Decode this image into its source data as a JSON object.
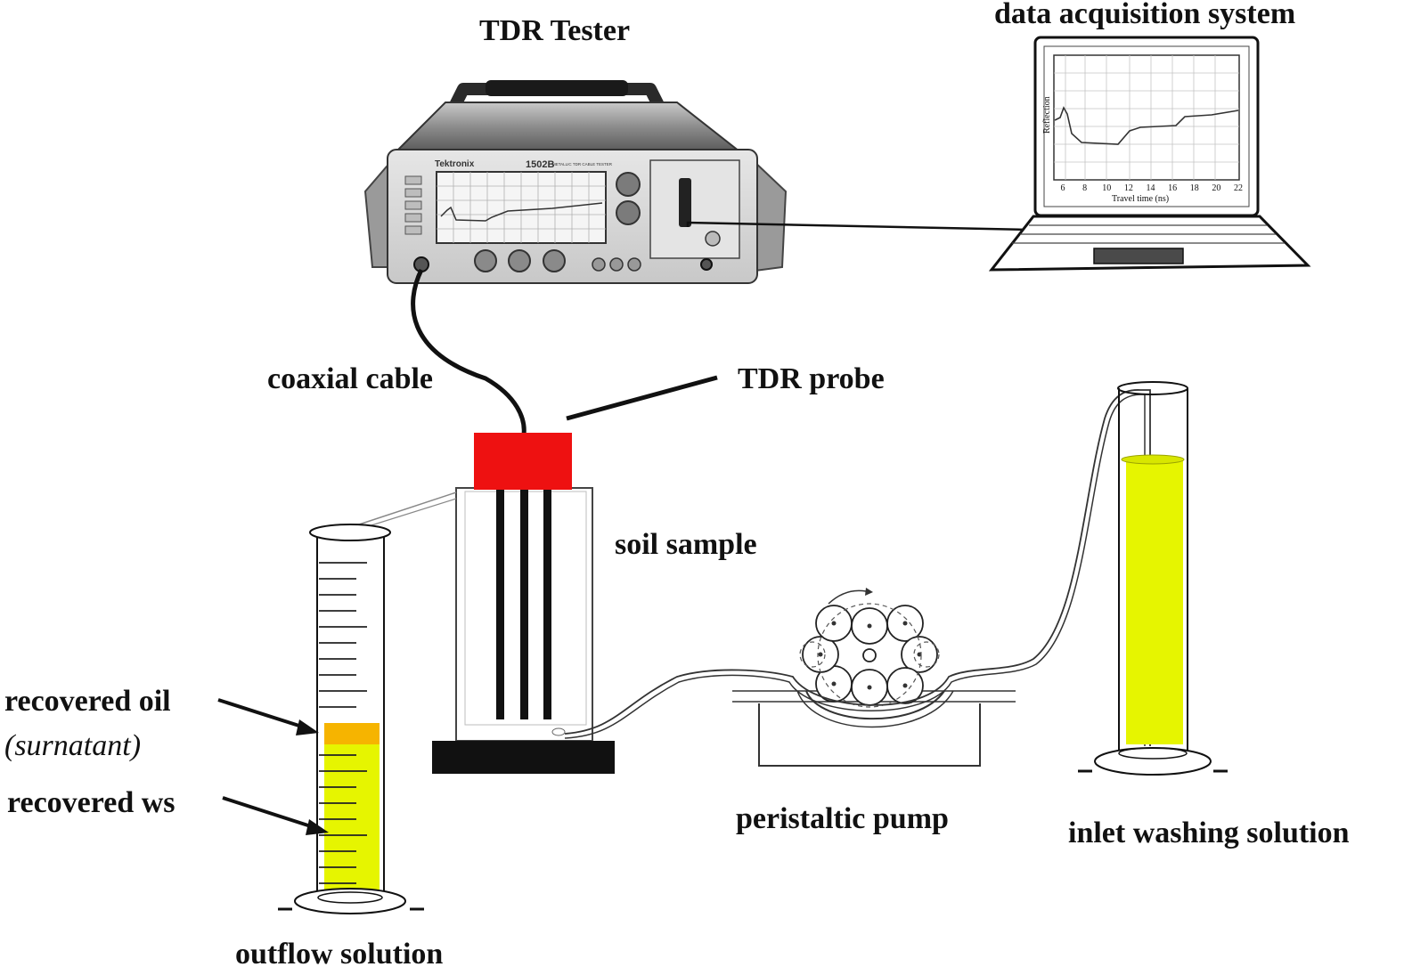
{
  "labels": {
    "tdr_tester": "TDR Tester",
    "data_acquisition": "data acquisition system",
    "coaxial_cable": "coaxial cable",
    "tdr_probe": "TDR probe",
    "soil_sample": "soil sample",
    "recovered_oil": "recovered oil",
    "surnatant": "surnatant",
    "recovered_ws": "recovered ws",
    "outflow_solution": "outflow solution",
    "peristaltic_pump": "peristaltic pump",
    "inlet_washing_solution": "inlet washing solution"
  },
  "tester": {
    "brand": "Tektronix",
    "model": "1502B",
    "model_caption": "METALLIC TDR CABLE TESTER"
  },
  "laptop_plot": {
    "ylabel": "Reflection",
    "xlabel": "Travel time (ns)",
    "x_ticks": [
      "6",
      "8",
      "10",
      "12",
      "14",
      "16",
      "18",
      "20",
      "22"
    ]
  },
  "colors": {
    "probe_head": "#ee1111",
    "solution_yellow": "#e6f500",
    "oil_orange": "#f6b400",
    "ink": "#111111"
  }
}
